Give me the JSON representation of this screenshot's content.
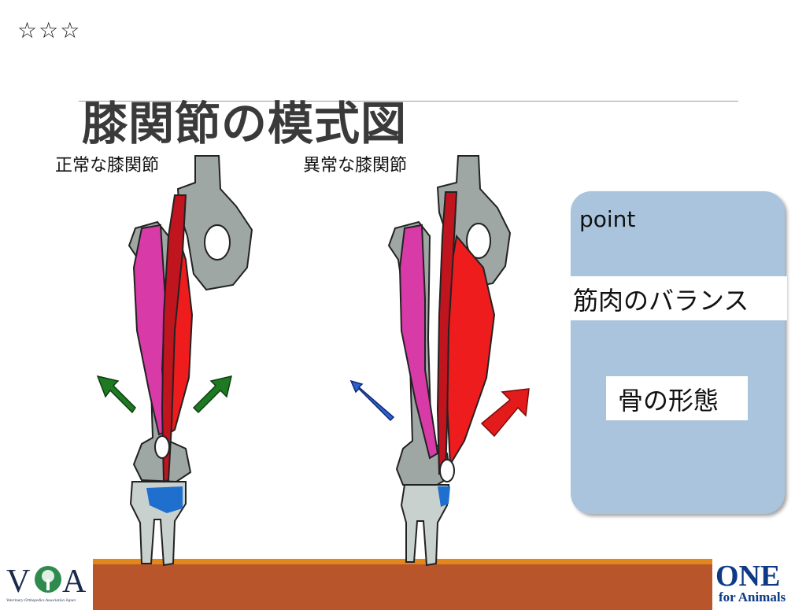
{
  "header": {
    "rating_stars": "☆☆☆",
    "title": "膝関節の模式図"
  },
  "diagram": {
    "normal_label": "正常な膝関節",
    "abnormal_label": "異常な膝関節"
  },
  "panel": {
    "heading": "point",
    "items": [
      "筋肉のバランス",
      "骨の形態"
    ]
  },
  "logos": {
    "left_mark": "V",
    "left_mark_end": "A",
    "left_tagline": "Veterinary Orthopedics Association Japan",
    "right_main": "ONE",
    "right_sub": "for Animals"
  },
  "colors": {
    "muscle_pink": "#d83aa8",
    "muscle_red": "#ee1c1c",
    "muscle_dark_red": "#c0141e",
    "bone_gray": "#9ea7a3",
    "ligament_blue": "#1f6fcf",
    "arrow_green": "#1e7a22",
    "arrow_blue": "#2f5fd0",
    "arrow_red": "#e31b1b",
    "panel_blue": "#a9c4dc",
    "floor_brown": "#b9552a",
    "floor_orange": "#e2871b"
  }
}
